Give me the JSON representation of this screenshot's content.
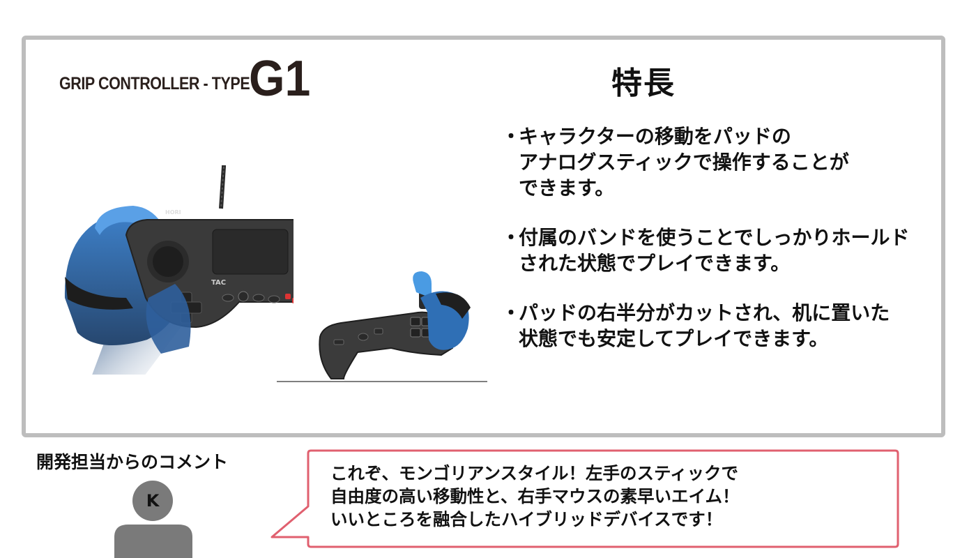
{
  "product": {
    "name_prefix": "GRIP CONTROLLER - TYPE",
    "name_model": "G1",
    "controller_logo": "HORI",
    "controller_mark": "TAC"
  },
  "features": {
    "title": "特長",
    "bullet": "・",
    "items": [
      {
        "lines": [
          "キャラクターの移動をパッドの",
          "アナログスティックで操作することが",
          "できます。"
        ]
      },
      {
        "lines": [
          "付属のバンドを使うことでしっかりホールド",
          "された状態でプレイできます。"
        ]
      },
      {
        "lines": [
          "パッドの右半分がカットされ、机に置いた",
          "状態でも安定してプレイできます。"
        ]
      }
    ]
  },
  "comment": {
    "heading": "開発担当からのコメント",
    "avatar_initial": "K",
    "lines": [
      "これぞ、モンゴリアンスタイル！左手のスティックで",
      "自由度の高い移動性と、右手マウスの素早いエイム！",
      "いいところを融合したハイブリッドデバイスです！"
    ]
  },
  "colors": {
    "panel_border": "#bdbdbd",
    "bubble_border": "#e0606f",
    "hand_blue": "#4a90d9",
    "controller_body": "#3a3a3a",
    "avatar_gray": "#7a7a7a"
  }
}
